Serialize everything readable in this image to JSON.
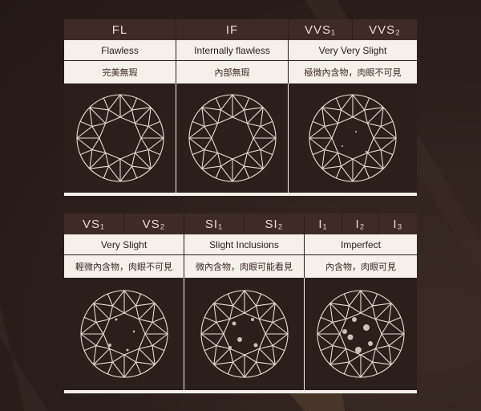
{
  "top_panel": {
    "grades": [
      "FL",
      "IF",
      "VVS₁",
      "VVS₂"
    ],
    "names": [
      "Flawless",
      "Internally flawless",
      "Very Very Slight"
    ],
    "names_cn": [
      "完美無瑕",
      "內部無瑕",
      "極微內含物，肉眼不可見"
    ]
  },
  "bottom_panel": {
    "grades": [
      "VS₁",
      "VS₂",
      "SI₁",
      "SI₂",
      "I₁",
      "I₂",
      "I₃"
    ],
    "names": [
      "Very Slight",
      "Slight Inclusions",
      "Imperfect"
    ],
    "names_cn": [
      "輕微內含物，肉眼不可見",
      "微內含物，肉眼可能看見",
      "內含物，肉眼可見"
    ]
  },
  "colors": {
    "background": "#2b1f1b",
    "header": "#3d2c25",
    "panel": "#f5f0ea",
    "diamond_line": "#e8ddd0"
  },
  "diamonds": [
    "FL",
    "IF",
    "VVS",
    "VS",
    "SI",
    "I"
  ]
}
